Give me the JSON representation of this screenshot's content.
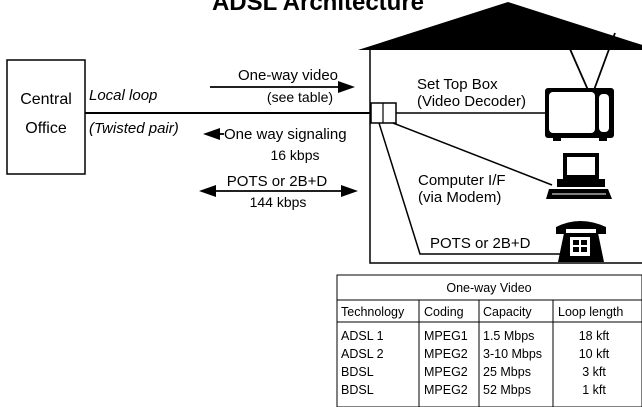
{
  "title": "ADSL Architecture",
  "central_office": {
    "line1": "Central",
    "line2": "Office"
  },
  "loop": {
    "label": "Local loop",
    "sublabel": "(Twisted pair)"
  },
  "signals": {
    "video": {
      "line1": "One-way video",
      "line2": "(see table)"
    },
    "signaling": {
      "line1": "One way signaling",
      "line2": "16 kbps"
    },
    "pots": {
      "line1": "POTS or 2B+D",
      "line2": "144 kbps"
    }
  },
  "devices": {
    "settop": {
      "line1": "Set Top Box",
      "line2": "(Video Decoder)"
    },
    "computer": {
      "line1": "Computer I/F",
      "line2": "(via Modem)"
    },
    "phone": {
      "label": "POTS or 2B+D"
    }
  },
  "table": {
    "caption": "One-way Video",
    "headers": [
      "Technology",
      "Coding",
      "Capacity",
      "Loop length"
    ],
    "rows": [
      [
        "ADSL 1",
        "MPEG1",
        "1.5 Mbps",
        "18 kft"
      ],
      [
        "ADSL 2",
        "MPEG2",
        "3-10 Mbps",
        "10 kft"
      ],
      [
        "BDSL",
        "MPEG2",
        "25 Mbps",
        "3 kft"
      ],
      [
        "BDSL",
        "MPEG2",
        "52 Mbps",
        "1 kft"
      ]
    ]
  }
}
